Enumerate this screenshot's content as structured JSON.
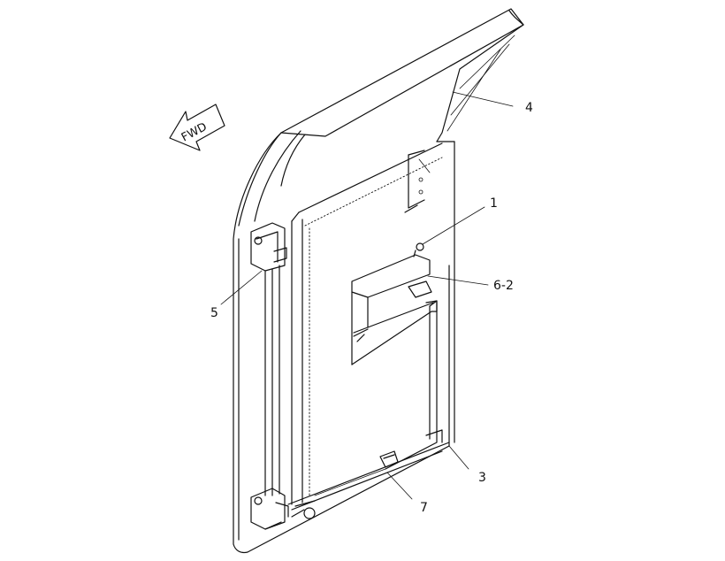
{
  "direction_indicator": {
    "label": "FWD"
  },
  "callouts": {
    "c1": "1",
    "c3": "3",
    "c4": "4",
    "c5": "5",
    "c6_2": "6-2",
    "c7": "7"
  }
}
